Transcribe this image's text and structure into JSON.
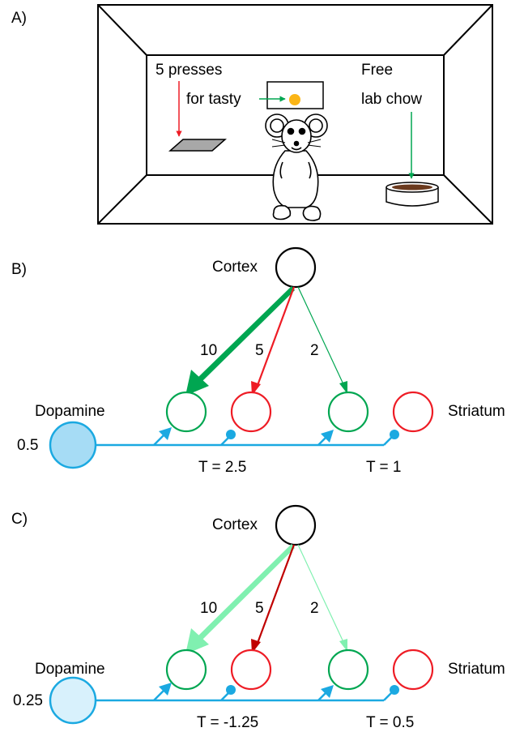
{
  "panel_a": {
    "label": "A)",
    "lever_caption_line1": "5 presses",
    "lever_caption_line2": "for tasty",
    "chow_caption_line1": "Free",
    "chow_caption_line2": "lab chow"
  },
  "panel_b": {
    "label": "B)",
    "cortex_label": "Cortex",
    "dopamine_label": "Dopamine",
    "dopamine_value": "0.5",
    "striatum_label": "Striatum",
    "weights": [
      "10",
      "5",
      "2"
    ],
    "thresholds": [
      "T = 2.5",
      "T = 1"
    ]
  },
  "panel_c": {
    "label": "C)",
    "cortex_label": "Cortex",
    "dopamine_label": "Dopamine",
    "dopamine_value": "0.25",
    "striatum_label": "Striatum",
    "weights": [
      "10",
      "5",
      "2"
    ],
    "thresholds": [
      "T = -1.25",
      "T = 0.5"
    ]
  },
  "colors": {
    "green": "#00a651",
    "red": "#ee1c25",
    "dark_red": "#c00000",
    "light_green": "#80f0b0",
    "blue": "#1ba9e1",
    "dopamine_fill_b": "#a6dcf5",
    "dopamine_fill_c": "#d8f1fc",
    "pellet": "#fbb516",
    "chow": "#6b3a1e",
    "lever": "#a8a8a8"
  }
}
